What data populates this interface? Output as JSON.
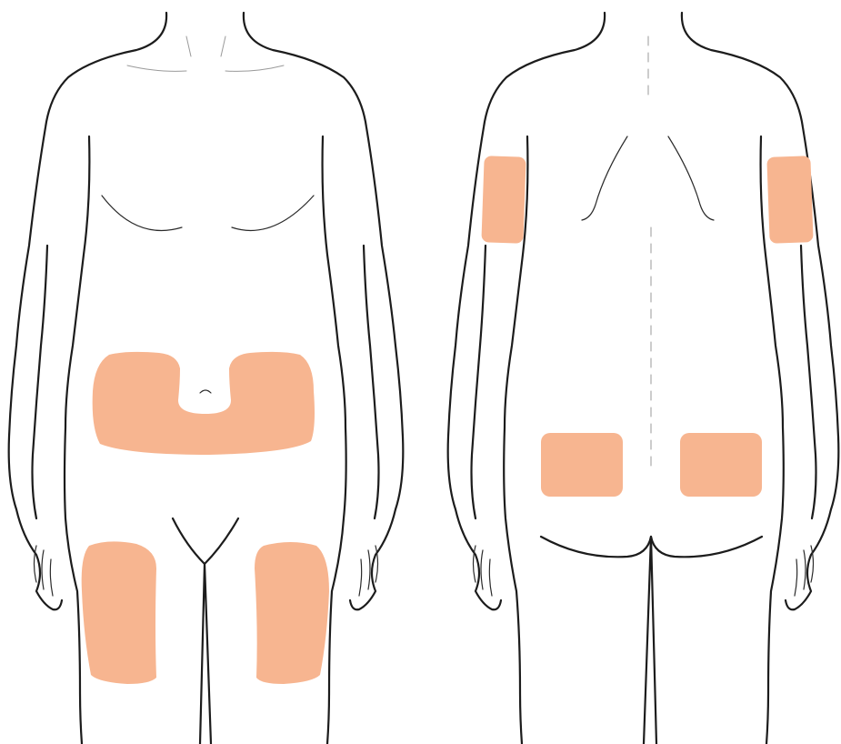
{
  "colors": {
    "background": "#ffffff",
    "outline": "#1c1c1c",
    "injection_site": "#f7b590"
  },
  "figures": [
    {
      "view": "front",
      "highlighted_sites": [
        "abdomen",
        "left-thigh",
        "right-thigh"
      ]
    },
    {
      "view": "back",
      "highlighted_sites": [
        "left-upper-arm",
        "right-upper-arm",
        "left-buttock",
        "right-buttock"
      ]
    }
  ]
}
